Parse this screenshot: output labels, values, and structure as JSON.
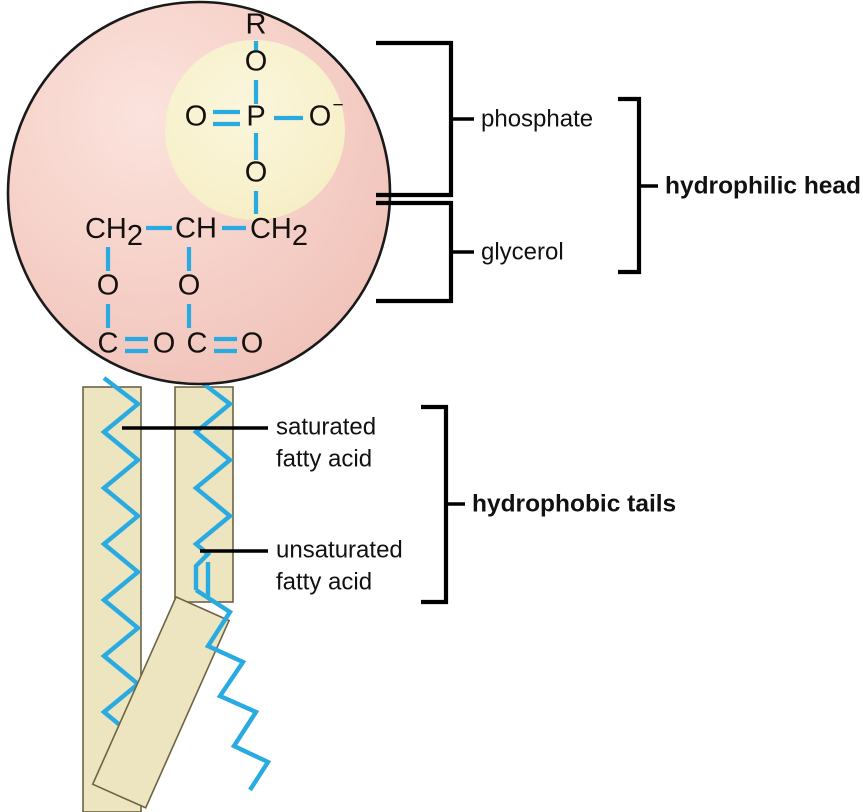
{
  "diagram": {
    "title": "phospholipid-structure",
    "colors": {
      "head_fill": "#f3c8c0",
      "head_highlight": "#fadfd9",
      "phosphate_circle": "#f8f1cd",
      "tail_fill": "#ece5bf",
      "tail_stroke": "#6e6344",
      "bond": "#29abe2",
      "text": "#111111",
      "outline": "#1a1a1a"
    }
  },
  "molecule": {
    "r_group": "R",
    "phosphate": {
      "top_oxygen": "O",
      "left_oxygen": "O",
      "phosphorus": "P",
      "right_oxygen": "O",
      "right_oxygen_charge": "−",
      "bottom_oxygen": "O"
    },
    "glycerol": {
      "carbon_1": "CH",
      "carbon_1_sub": "2",
      "carbon_2": "CH",
      "carbon_3": "CH",
      "carbon_3_sub": "2"
    },
    "ester_left": {
      "oxygen_link": "O",
      "carbonyl_carbon": "C",
      "carbonyl_oxygen": "O"
    },
    "ester_right": {
      "oxygen_link": "O",
      "carbonyl_carbon": "C",
      "carbonyl_oxygen": "O"
    }
  },
  "callouts": {
    "phosphate": "phosphate",
    "glycerol": "glycerol",
    "hydrophilic_head": "hydrophilic head",
    "saturated_line_1": "saturated",
    "saturated_line_2": "fatty acid",
    "unsaturated_line_1": "unsaturated",
    "unsaturated_line_2": "fatty acid",
    "hydrophobic_tails": "hydrophobic tails"
  },
  "tails": {
    "left_name": "saturated-fatty-acid-tail",
    "right_name": "unsaturated-fatty-acid-tail"
  }
}
